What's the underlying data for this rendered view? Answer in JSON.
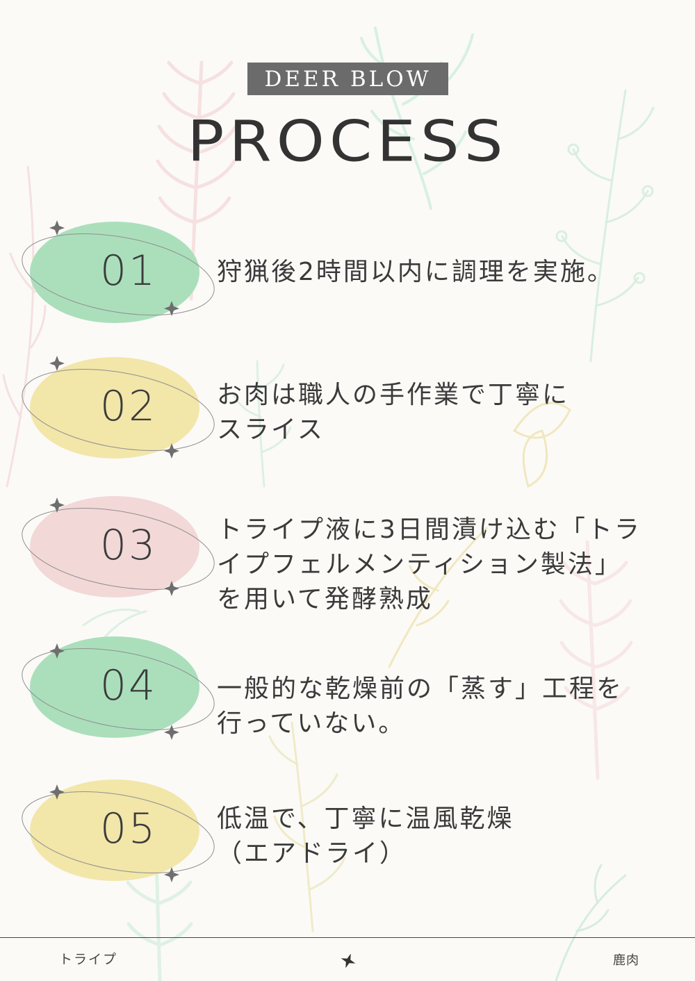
{
  "header": {
    "brand": "DEER BLOW",
    "title": "PROCESS"
  },
  "colors": {
    "green": "#abdfbc",
    "yellow": "#f2e6a9",
    "pink": "#f3d8d8",
    "text": "#3a3a3a",
    "brand_box": "#6b6b6b"
  },
  "steps": [
    {
      "number": "01",
      "color": "#abdfbc",
      "lines": [
        "狩猟後2時間以内に調理を実施。"
      ]
    },
    {
      "number": "02",
      "color": "#f2e6a9",
      "lines": [
        "お肉は職人の手作業で丁寧に",
        "スライス"
      ]
    },
    {
      "number": "03",
      "color": "#f3d8d8",
      "lines": [
        "トライプ液に3日間漬け込む「トラ",
        "イプフェルメンティション製法」",
        "を用いて発酵熟成"
      ]
    },
    {
      "number": "04",
      "color": "#abdfbc",
      "lines": [
        "一般的な乾燥前の「蒸す」工程を",
        "行っていない。"
      ]
    },
    {
      "number": "05",
      "color": "#f2e6a9",
      "lines": [
        "低温で、丁寧に温風乾燥",
        "（エアドライ）"
      ]
    }
  ],
  "footer": {
    "left": "トライプ",
    "right": "鹿肉"
  }
}
